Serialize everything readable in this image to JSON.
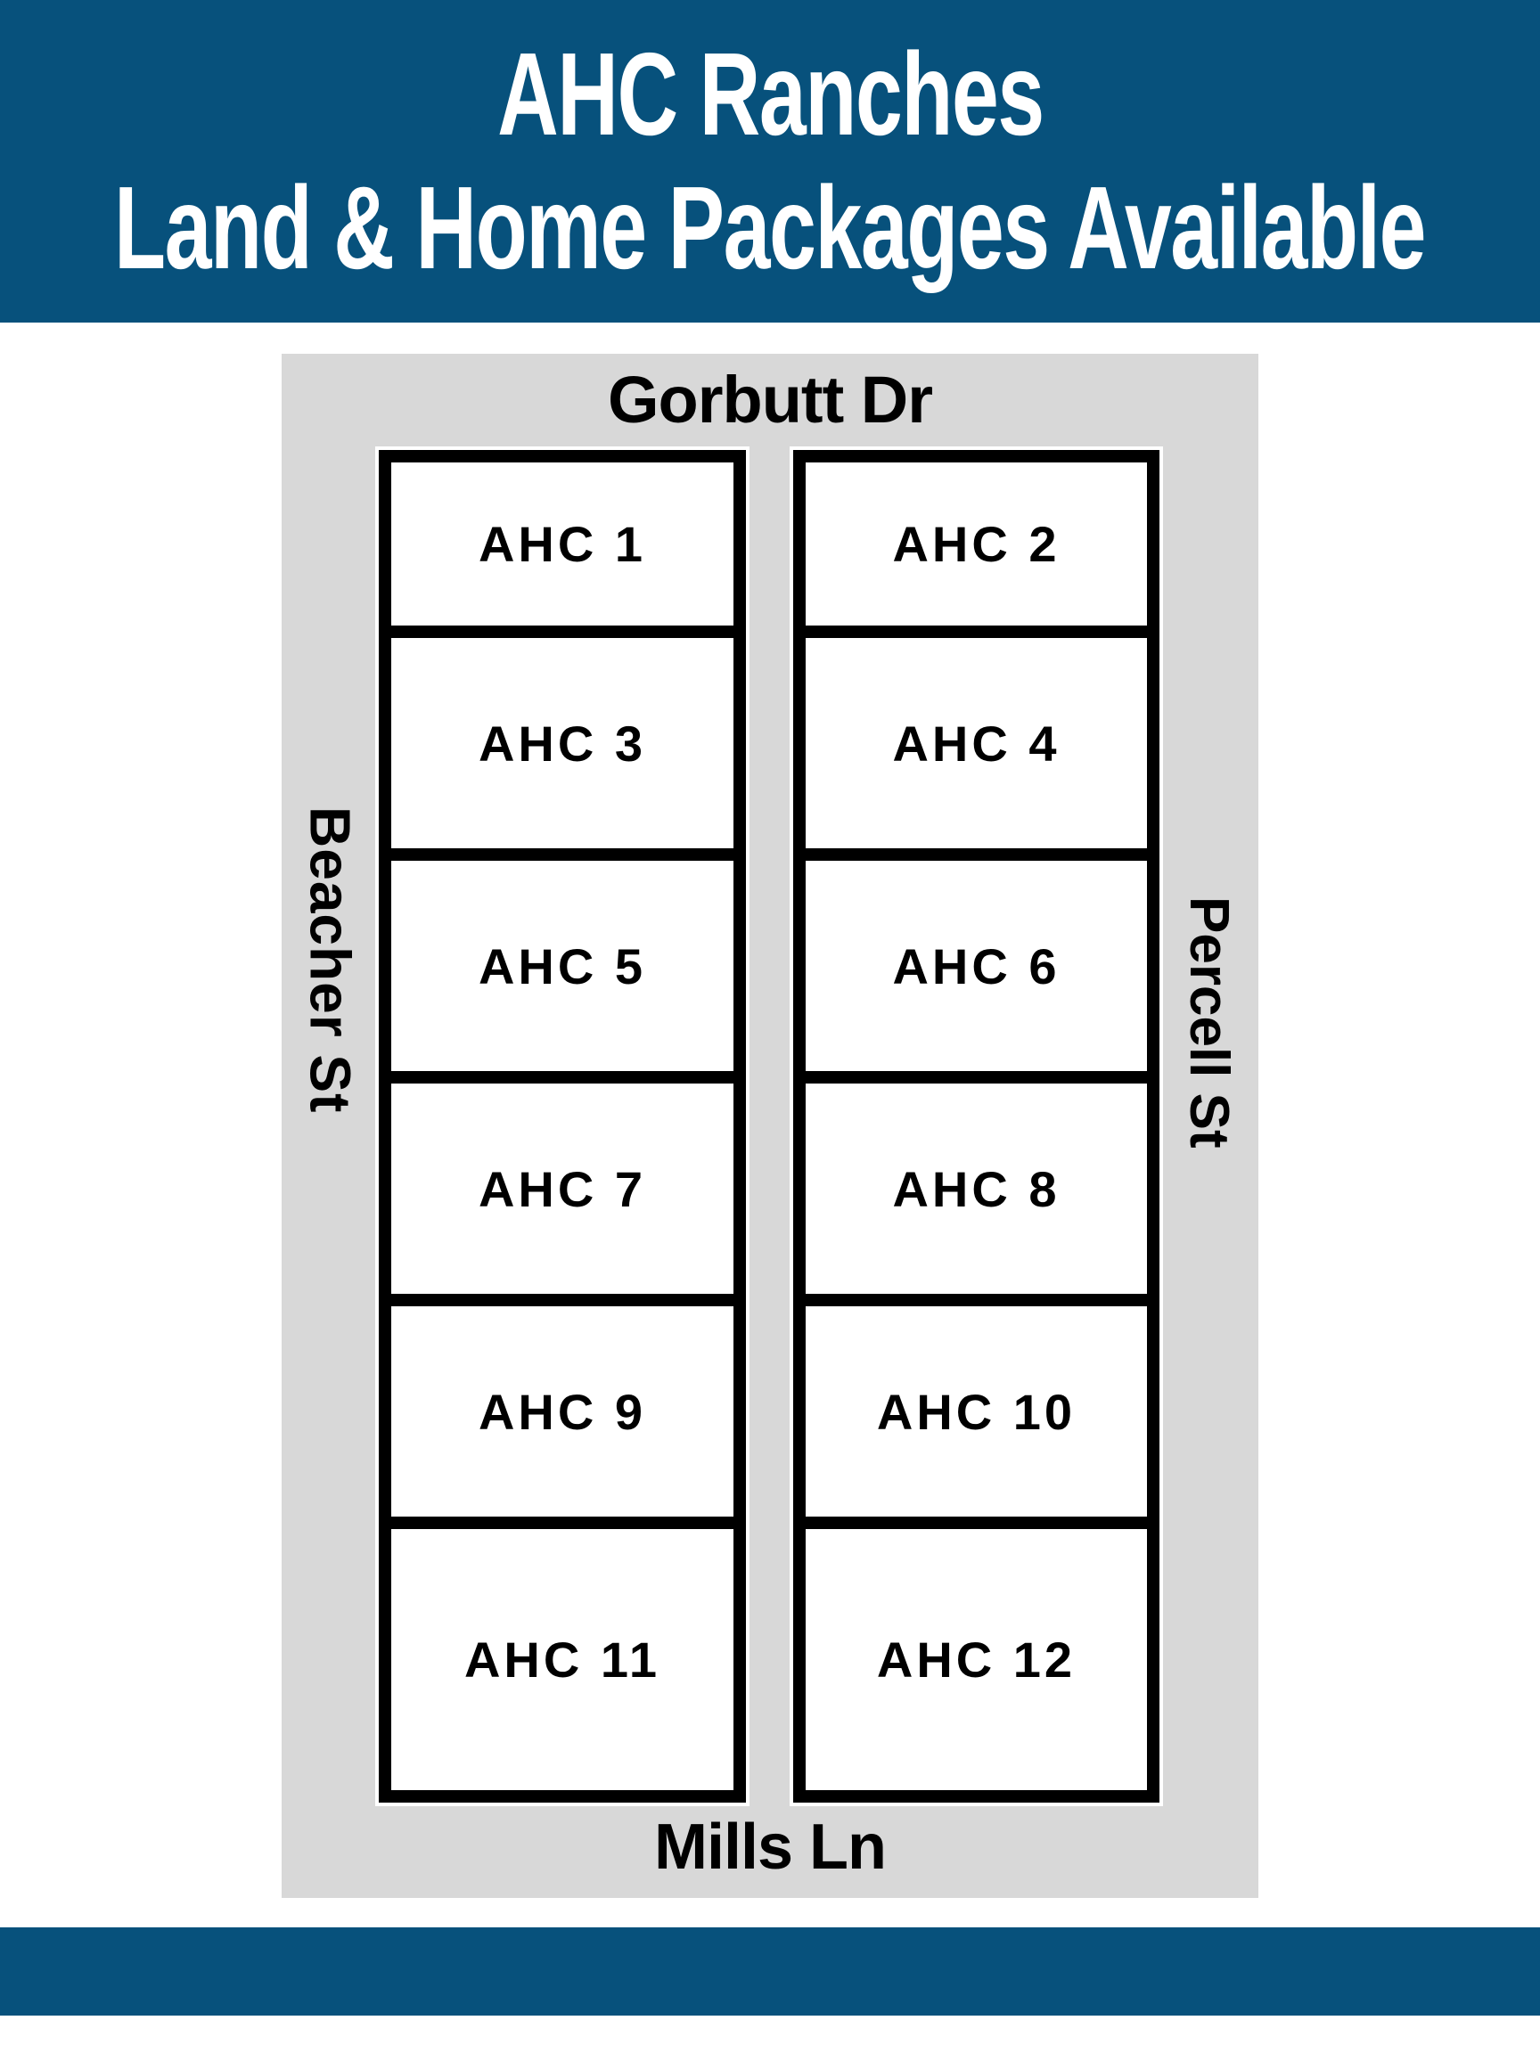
{
  "header": {
    "title_line1": "AHC Ranches",
    "title_line2": "Land & Home Packages Available"
  },
  "map": {
    "street_top": "Gorbutt Dr",
    "street_left": "Beacher St",
    "street_right": "Percell St",
    "street_bottom": "Mills Ln",
    "lots": {
      "left": [
        "AHC 1",
        "AHC 3",
        "AHC 5",
        "AHC 7",
        "AHC 9",
        "AHC 11"
      ],
      "right": [
        "AHC 2",
        "AHC 4",
        "AHC 6",
        "AHC 8",
        "AHC 10",
        "AHC 12"
      ]
    }
  },
  "colors": {
    "header_bg": "#07517C",
    "header_text": "#FFFFFF",
    "map_bg": "#D8D8D8",
    "lot_fill": "#FFFFFF",
    "line": "#000000",
    "label_text": "#000000"
  }
}
